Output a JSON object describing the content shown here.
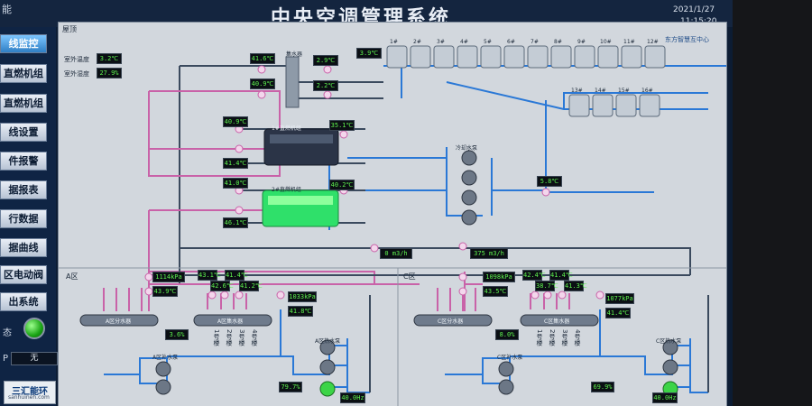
{
  "header": {
    "corner_text": "能",
    "title": "中央空调管理系统",
    "date": "2021/1/27",
    "time": "11:15:20"
  },
  "sidebar": {
    "items": [
      {
        "label": "线监控",
        "active": true
      },
      {
        "label": "直燃机组"
      },
      {
        "label": "直燃机组"
      },
      {
        "label": "线设置"
      },
      {
        "label": "件报警"
      },
      {
        "label": "据报表"
      },
      {
        "label": "行数据"
      },
      {
        "label": "据曲线"
      },
      {
        "label": "区电动阀"
      },
      {
        "label": "出系统"
      }
    ],
    "status_label": "态",
    "p_label": "P",
    "p_value": "无",
    "logo_name": "三汇能环",
    "logo_url": "sanhuineh.com"
  },
  "main": {
    "roof_label": "屋顶",
    "company": "东方智慧互中心",
    "outdoor_temp_label": "室外温度",
    "outdoor_temp": "3.2℃",
    "outdoor_hum_label": "室外湿度",
    "outdoor_hum": "27.9%",
    "manifold_label": "集水器",
    "values": {
      "v416": "41.6℃",
      "v409": "40.9℃",
      "v29": "2.9℃",
      "v22": "2.2℃",
      "v39": "3.9℃",
      "v409b": "40.9℃",
      "v351": "35.1℃",
      "v414": "41.4℃",
      "v410": "41.0℃",
      "v402": "40.2℃",
      "v461": "46.1℃",
      "v58": "5.8℃",
      "flow1": "0 m3/h",
      "flow2": "375 m3/h"
    },
    "chiller1": "1#直燃机组",
    "chiller2": "2#直燃机组",
    "pump_group": "冷却水泵",
    "towers_top": [
      "1#",
      "2#",
      "3#",
      "4#",
      "5#",
      "6#",
      "7#",
      "8#",
      "9#",
      "10#",
      "11#",
      "12#"
    ],
    "towers_bottom": [
      "13#",
      "14#",
      "15#",
      "16#"
    ],
    "zone_a": {
      "label": "A区",
      "p1": "1114kPa",
      "t1": "43.9℃",
      "t2": "43.1℃",
      "t3": "42.6℃",
      "t4": "41.4℃",
      "t5": "41.2℃",
      "p2": "1033kPa",
      "t6": "41.8℃",
      "splitter": "A区分水器",
      "collector": "A区集水器",
      "pct": "3.6%",
      "pump_hot": "A区热水泵",
      "pump_sup": "A区补水泵",
      "pct2": "79.7%",
      "hz": "40.0Hz"
    },
    "zone_c": {
      "label": "C区",
      "p1": "1098kPa",
      "t1": "43.5℃",
      "t2": "42.4℃",
      "t3": "38.7℃",
      "t4": "41.4℃",
      "t5": "41.3℃",
      "p2": "1077kPa",
      "t6": "41.4℃",
      "splitter": "C区分水器",
      "collector": "C区集水器",
      "pct": "8.0%",
      "pump_hot": "C区热水泵",
      "pump_sup": "C区补水泵",
      "pct2": "69.9%",
      "hz": "40.0Hz"
    },
    "branches_a": [
      "1号楼",
      "2号楼",
      "3号楼",
      "4号楼"
    ],
    "branches_c": [
      "1号楼",
      "2号楼",
      "3号楼",
      "4号楼"
    ]
  }
}
